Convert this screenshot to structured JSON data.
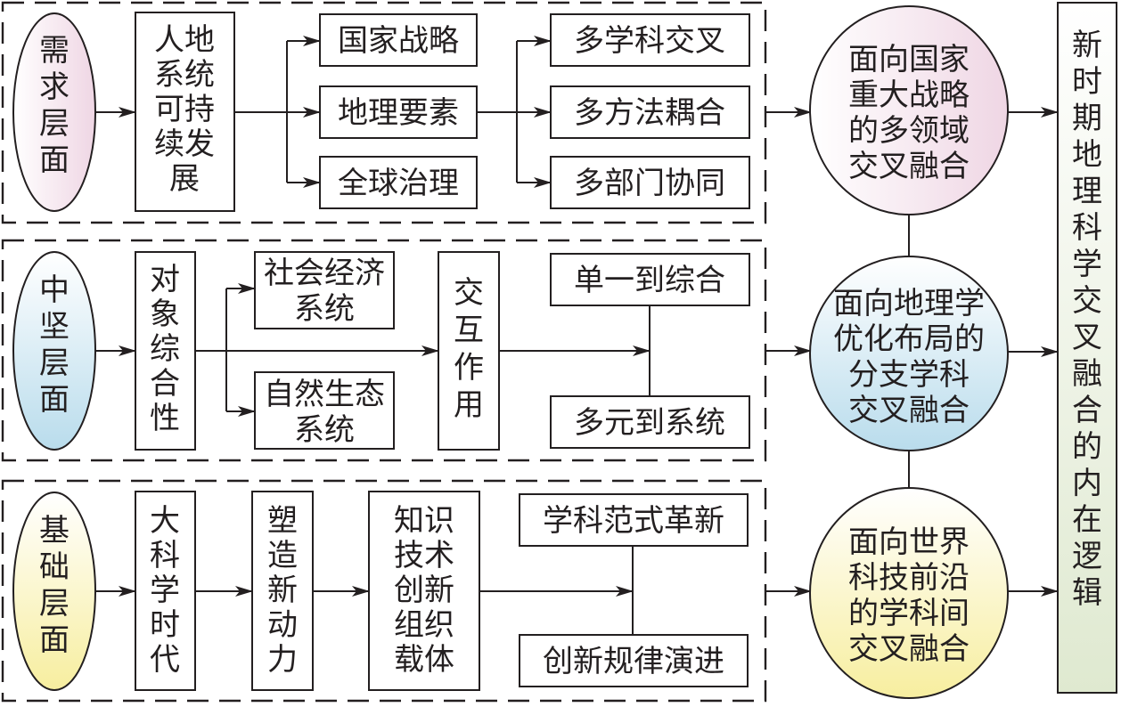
{
  "colors": {
    "line": "#231f20",
    "pink": "#f1dbe8",
    "blue": "#bfe0ef",
    "yellow": "#f7efa8",
    "green": "#e3ecd6"
  },
  "layers": [
    {
      "label": [
        "需",
        "求",
        "层",
        "面"
      ],
      "color_key": "pink",
      "core": [
        "人地",
        "系统",
        "可持",
        "续发",
        "展"
      ],
      "col2": [
        "国家战略",
        "地理要素",
        "全球治理"
      ],
      "col3": [
        "多学科交叉",
        "多方法耦合",
        "多部门协同"
      ],
      "outcome": [
        "面向国家",
        "重大战略",
        "的多领域",
        "交叉融合"
      ]
    },
    {
      "label": [
        "中",
        "坚",
        "层",
        "面"
      ],
      "color_key": "blue",
      "core": [
        "对",
        "象",
        "综",
        "合",
        "性"
      ],
      "col2": [
        [
          "社会经济",
          "系统"
        ],
        [
          "自然生态",
          "系统"
        ]
      ],
      "mid": [
        "交",
        "互",
        "作",
        "用"
      ],
      "col3": [
        "单一到综合",
        "多元到系统"
      ],
      "outcome": [
        "面向地理学",
        "优化布局的",
        "分支学科",
        "交叉融合"
      ]
    },
    {
      "label": [
        "基",
        "础",
        "层",
        "面"
      ],
      "color_key": "yellow",
      "core": [
        "大",
        "科",
        "学",
        "时",
        "代"
      ],
      "mid1": [
        "塑",
        "造",
        "新",
        "动",
        "力"
      ],
      "mid2": [
        "知识",
        "技术",
        "创新",
        "组织",
        "载体"
      ],
      "col3": [
        "学科范式革新",
        "创新规律演进"
      ],
      "outcome": [
        "面向世界",
        "科技前沿",
        "的学科间",
        "交叉融合"
      ]
    }
  ],
  "conclusion": [
    "新",
    "时",
    "期",
    "地",
    "理",
    "科",
    "学",
    "交",
    "叉",
    "融",
    "合",
    "的",
    "内",
    "在",
    "逻",
    "辑"
  ]
}
